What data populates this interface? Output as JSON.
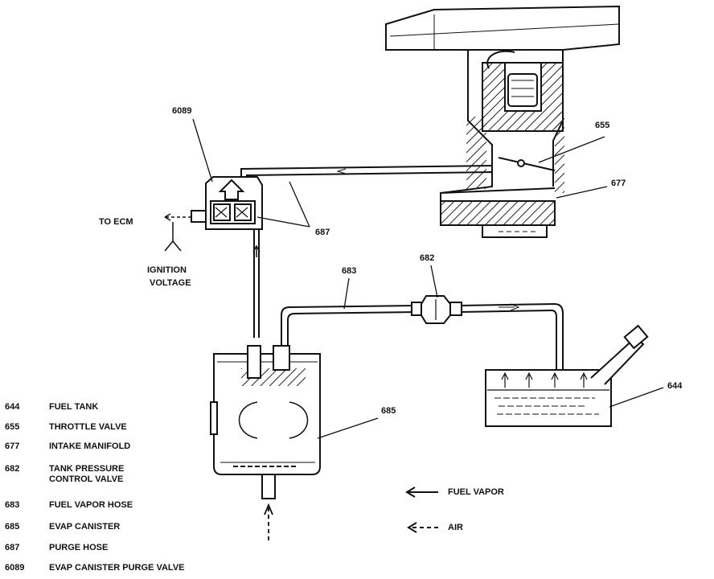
{
  "callouts": {
    "c6089": "6089",
    "c655": "655",
    "c677": "677",
    "c687": "687",
    "c683": "683",
    "c682": "682",
    "c644": "644",
    "c685": "685"
  },
  "annotations": {
    "to_ecm": "TO ECM",
    "ignition_voltage_1": "IGNITION",
    "ignition_voltage_2": "VOLTAGE"
  },
  "arrow_key": {
    "fuel_vapor": "FUEL VAPOR",
    "air": "AIR"
  },
  "legend": [
    {
      "num": "644",
      "text": "FUEL TANK"
    },
    {
      "num": "655",
      "text": "THROTTLE VALVE"
    },
    {
      "num": "677",
      "text": "INTAKE MANIFOLD"
    },
    {
      "num": "682",
      "text": "TANK PRESSURE\nCONTROL VALVE"
    },
    {
      "num": "683",
      "text": "FUEL VAPOR HOSE"
    },
    {
      "num": "685",
      "text": "EVAP CANISTER"
    },
    {
      "num": "687",
      "text": "PURGE HOSE"
    },
    {
      "num": "6089",
      "text": "EVAP CANISTER PURGE VALVE"
    }
  ]
}
